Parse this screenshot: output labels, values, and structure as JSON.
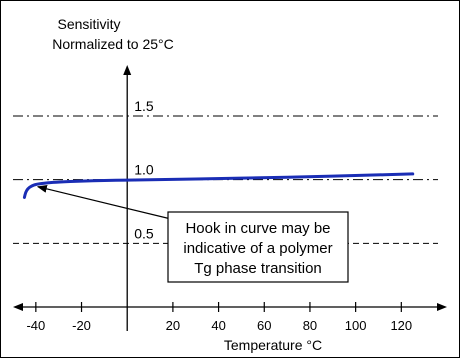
{
  "chart_data": {
    "type": "line",
    "ylabel": [
      "Sensitivity",
      "Normalized to 25°C"
    ],
    "xlabel": "Temperature °C",
    "xlim": [
      -50,
      140
    ],
    "ylim": [
      0.0,
      1.9
    ],
    "x_ticks": [
      -40,
      -20,
      20,
      40,
      60,
      80,
      100,
      120
    ],
    "reference_lines": [
      {
        "label": "1.5",
        "value": 1.5,
        "style": "dash-dot"
      },
      {
        "label": "1.0",
        "value": 1.0,
        "style": "dash-dot"
      },
      {
        "label": "0.5",
        "value": 0.5,
        "style": "dashed"
      }
    ],
    "series": [
      {
        "color": "#1a2db5",
        "points": [
          [
            -45,
            0.86
          ],
          [
            -44.5,
            0.9
          ],
          [
            -43.5,
            0.93
          ],
          [
            -42,
            0.95
          ],
          [
            -39.7,
            0.965
          ],
          [
            -35,
            0.975
          ],
          [
            -30,
            0.981
          ],
          [
            -20,
            0.989
          ],
          [
            -10,
            0.993
          ],
          [
            0,
            0.997
          ],
          [
            20,
            1.002
          ],
          [
            40,
            1.008
          ],
          [
            60,
            1.015
          ],
          [
            80,
            1.023
          ],
          [
            100,
            1.032
          ],
          [
            125,
            1.045
          ]
        ]
      }
    ],
    "annotation": {
      "lines": [
        "Hook in curve may be",
        "indicative of a polymer",
        "Tg phase transition"
      ],
      "arrow_target": [
        -40,
        0.968
      ]
    }
  }
}
